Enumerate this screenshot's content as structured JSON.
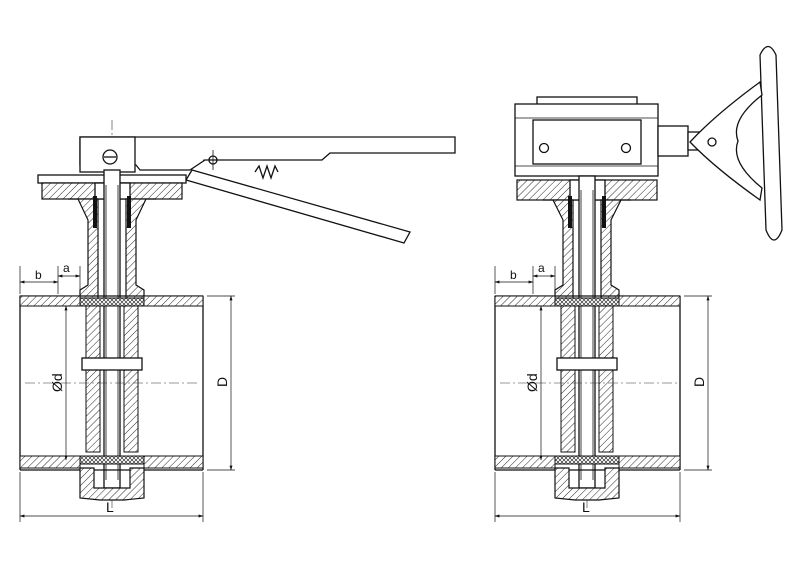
{
  "views": [
    {
      "id": "lever-operated",
      "labels": {
        "b": "b",
        "a": "a",
        "d": "Ød",
        "D": "D",
        "L": "L"
      }
    },
    {
      "id": "gear-operated",
      "labels": {
        "b": "b",
        "a": "a",
        "d": "Ød",
        "D": "D",
        "L": "L"
      }
    }
  ]
}
